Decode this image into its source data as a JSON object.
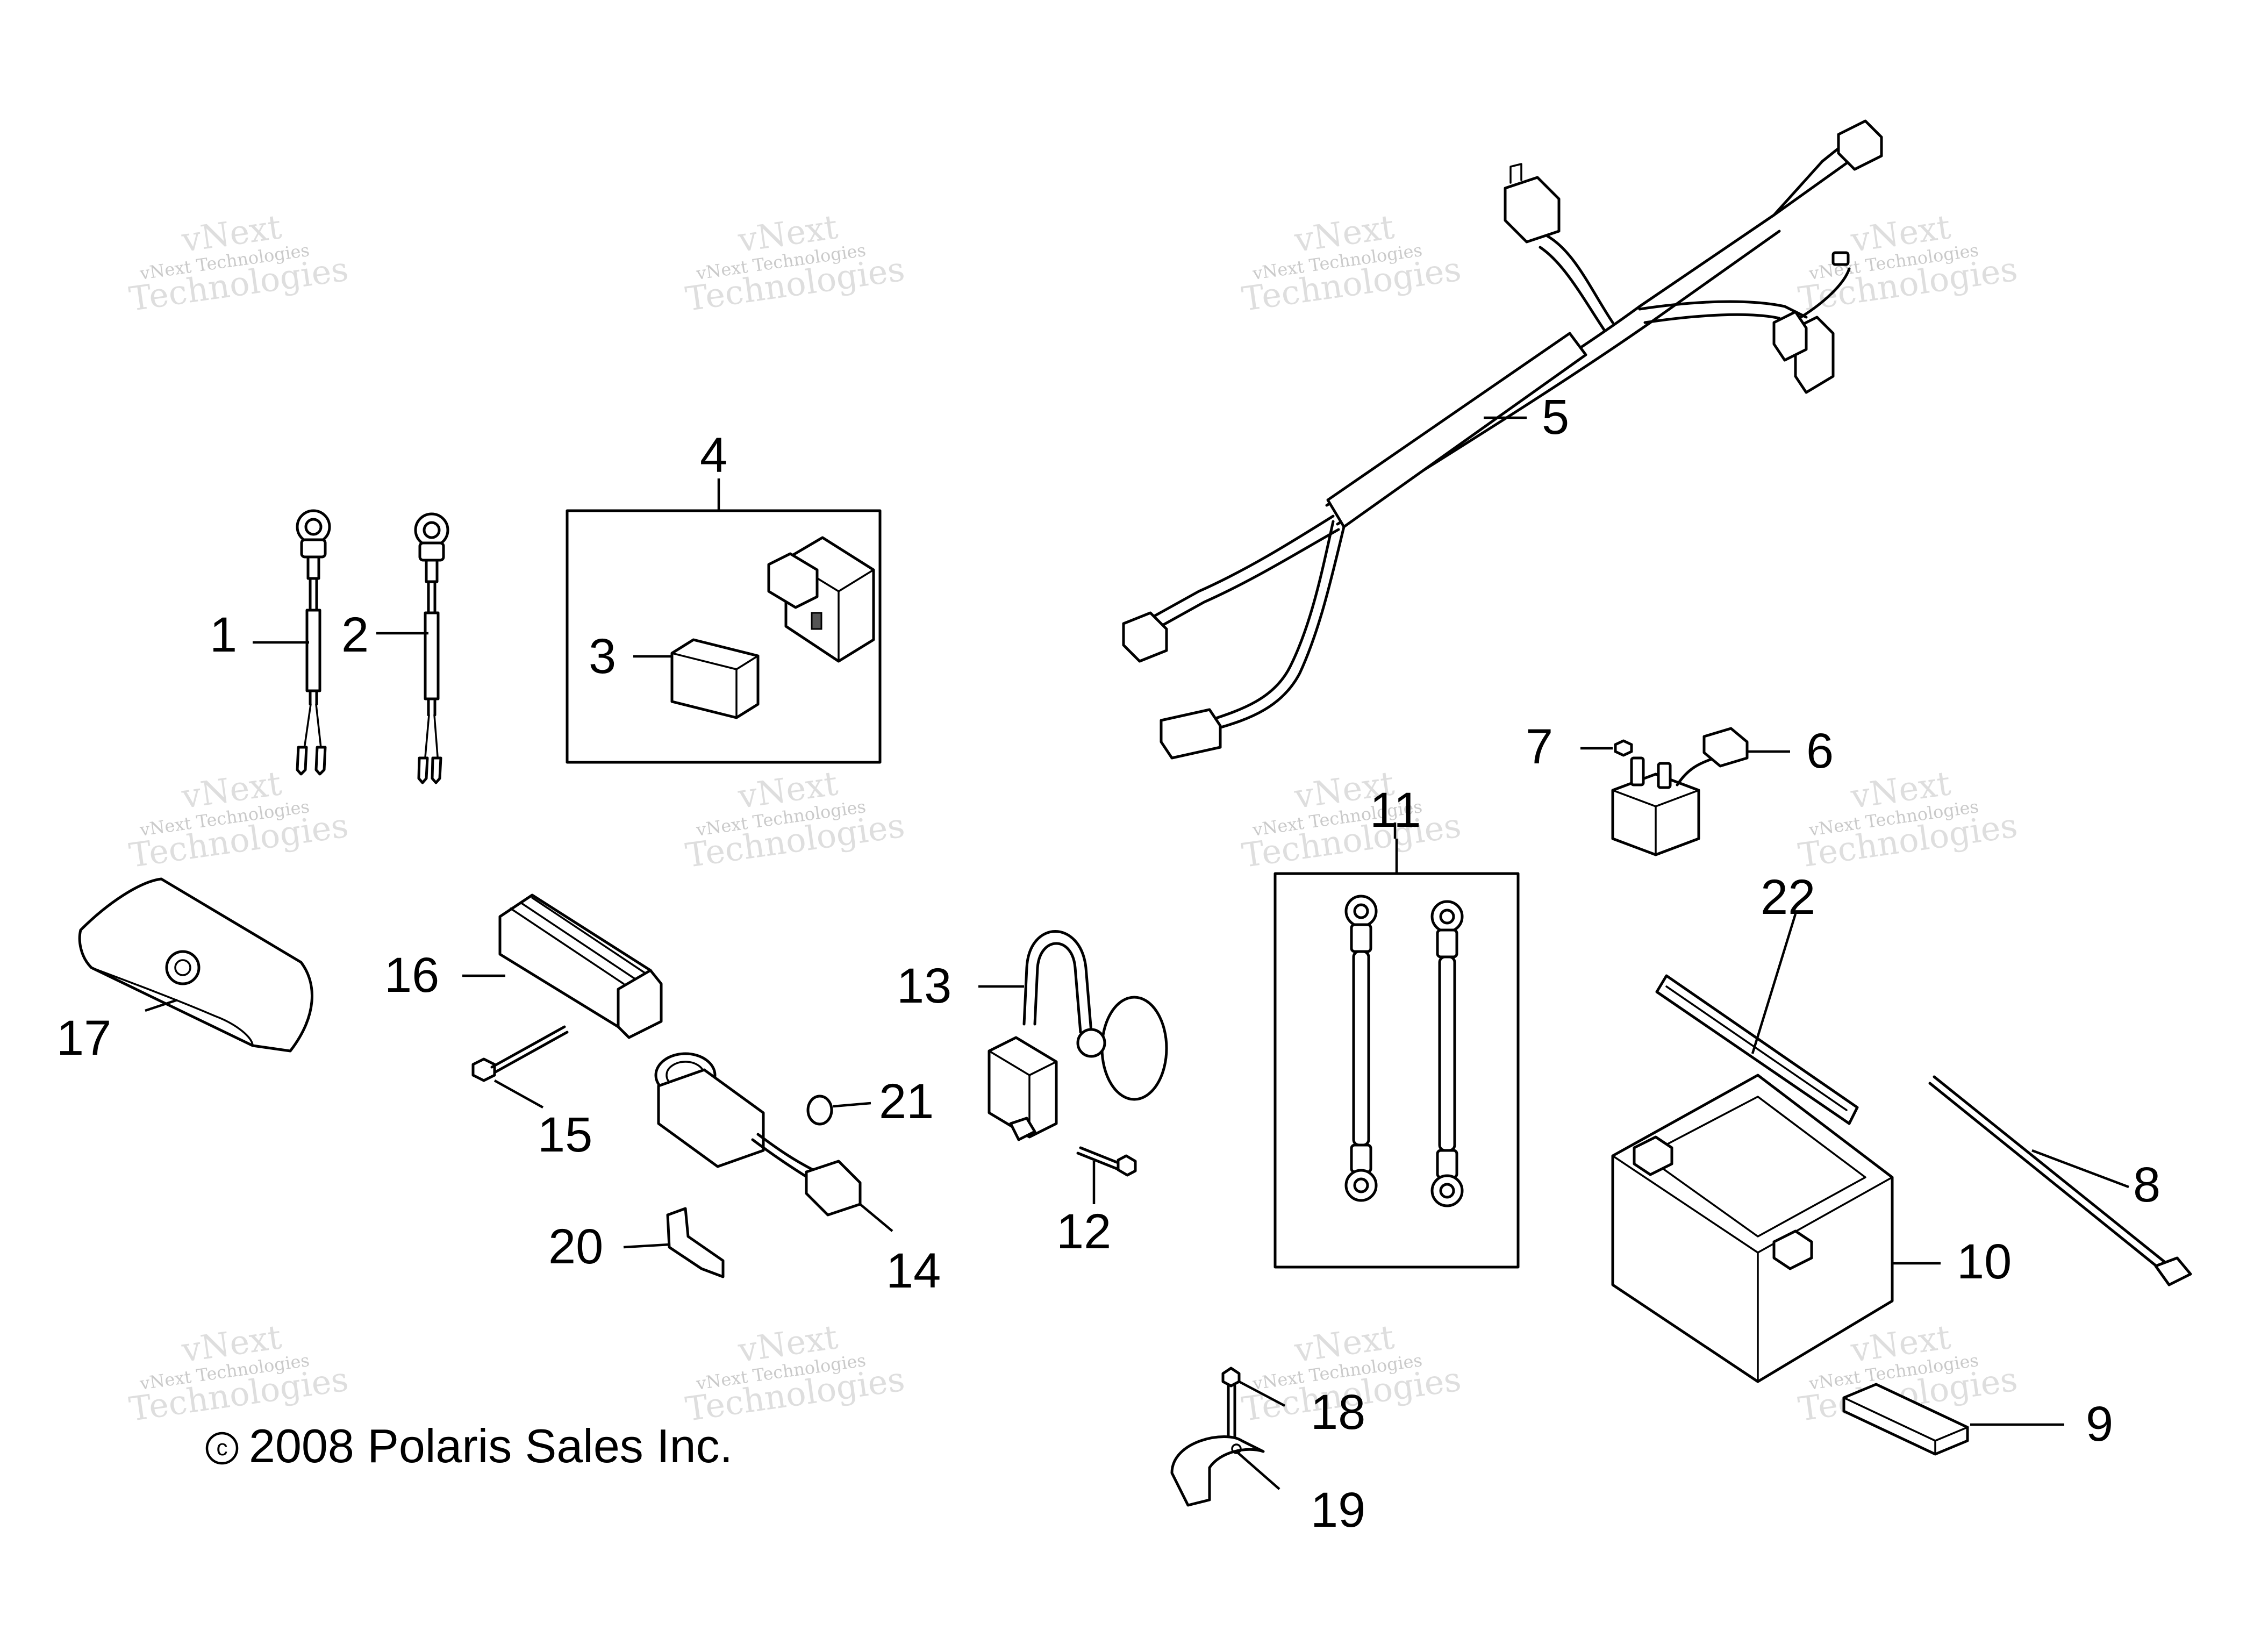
{
  "diagram": {
    "callouts": [
      "1",
      "2",
      "3",
      "4",
      "5",
      "6",
      "7",
      "8",
      "9",
      "10",
      "11",
      "12",
      "13",
      "14",
      "15",
      "16",
      "17",
      "18",
      "19",
      "20",
      "21",
      "22"
    ],
    "copyright_symbol": "c",
    "copyright_text": "2008 Polaris Sales Inc."
  },
  "watermark": {
    "line_small": "vNext Technologies",
    "line_large_top": "vNext",
    "line_large_bottom": "Technologies"
  }
}
